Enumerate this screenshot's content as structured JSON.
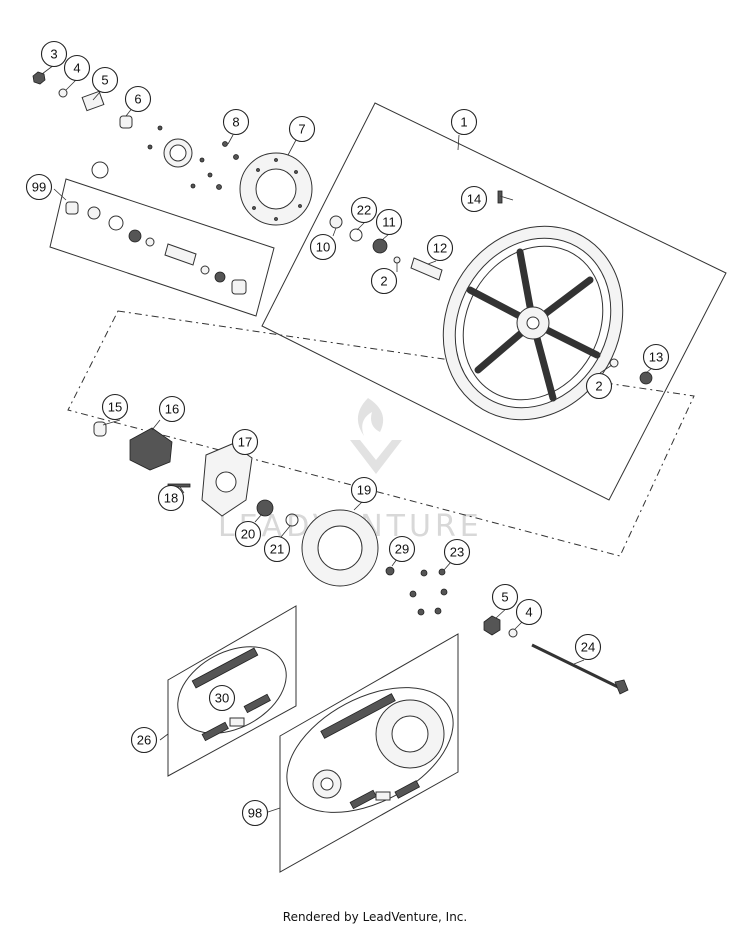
{
  "diagram": {
    "callouts": [
      "1",
      "2",
      "2",
      "3",
      "4",
      "4",
      "5",
      "5",
      "6",
      "7",
      "8",
      "10",
      "11",
      "12",
      "13",
      "14",
      "15",
      "16",
      "17",
      "18",
      "19",
      "20",
      "21",
      "22",
      "23",
      "24",
      "26",
      "29",
      "30",
      "98",
      "99"
    ]
  },
  "watermark": {
    "text": "LEADVENTURE"
  },
  "footer": {
    "text": "Rendered by LeadVenture, Inc."
  }
}
